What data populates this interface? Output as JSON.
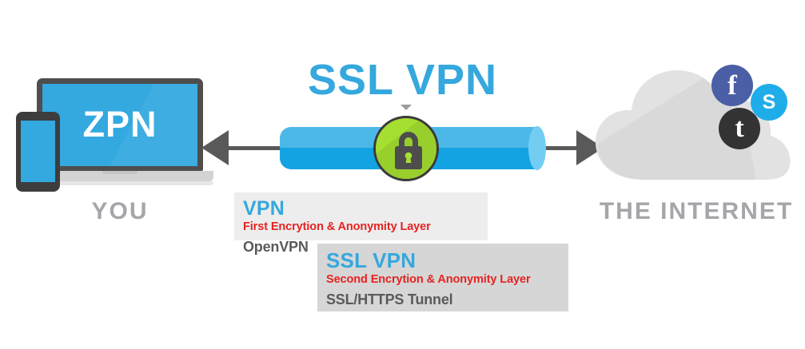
{
  "diagram": {
    "title": "SSL VPN",
    "accent_blue": "#35a8dd",
    "accent_red": "#e52322",
    "accent_green": "#a5df31",
    "tunnel_blue_top": "#4cb8e8",
    "tunnel_blue_bottom": "#13a3e3",
    "arrow_gray": "#595959"
  },
  "left": {
    "device_label": "ZPN",
    "caption": "YOU",
    "laptop_screen_color": "#33a9e0",
    "devices": [
      "laptop",
      "smartphone"
    ]
  },
  "center": {
    "lock_icon": "padlock-icon",
    "tunnel_name": "encrypted-tunnel",
    "arrow_left": "arrow-left-icon",
    "arrow_right": "arrow-right-icon"
  },
  "right": {
    "caption": "THE INTERNET",
    "cloud_color": "#e2e2e2",
    "social_icons": [
      {
        "name": "facebook-icon",
        "glyph": "f",
        "color": "#4a5fa5"
      },
      {
        "name": "skype-icon",
        "glyph": "S",
        "color": "#1fade9"
      },
      {
        "name": "twitter-icon",
        "glyph": "t",
        "color": "#333333"
      }
    ]
  },
  "callouts": [
    {
      "title": "VPN",
      "subtitle": "First Encrytion & Anonymity Layer",
      "value": "OpenVPN",
      "background": "#ededed"
    },
    {
      "title": "SSL VPN",
      "subtitle": "Second Encrytion & Anonymity Layer",
      "value": "SSL/HTTPS Tunnel",
      "background": "#d6d6d6"
    }
  ]
}
